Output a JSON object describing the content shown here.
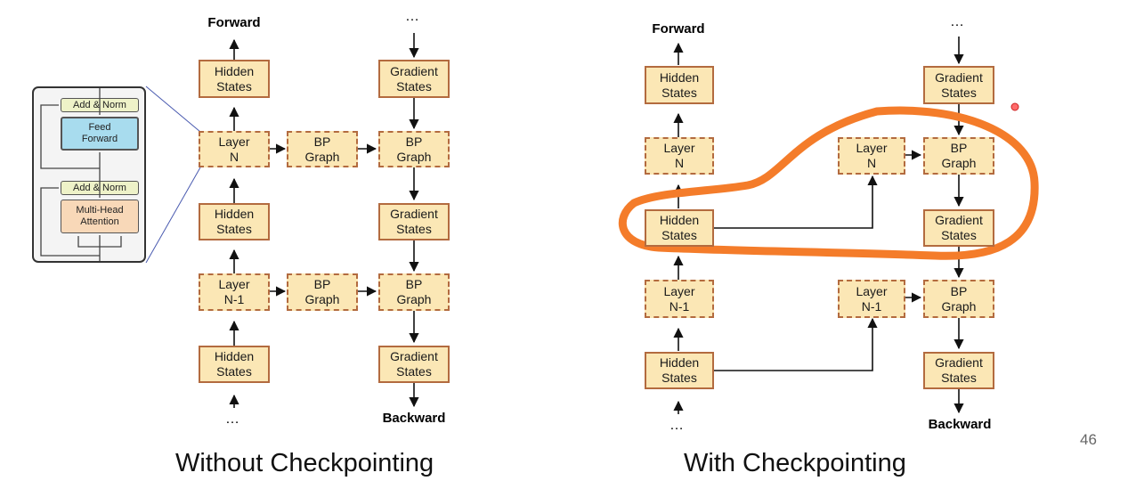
{
  "left": {
    "forward": "Forward",
    "top_dots": "…",
    "bottom_dots": "…",
    "backward": "Backward",
    "caption": "Without Checkpointing",
    "hs_top": "Hidden\nStates",
    "hs_mid": "Hidden\nStates",
    "hs_bot": "Hidden\nStates",
    "layer_n": "Layer\nN",
    "layer_n1": "Layer\nN-1",
    "bp_mid_1": "BP\nGraph",
    "bp_mid_2": "BP\nGraph",
    "gs_top": "Gradient\nStates",
    "bp_right_1": "BP\nGraph",
    "gs_mid": "Gradient\nStates",
    "bp_right_2": "BP\nGraph",
    "gs_bot": "Gradient\nStates"
  },
  "right": {
    "forward": "Forward",
    "top_dots": "…",
    "bottom_dots": "…",
    "backward": "Backward",
    "caption": "With Checkpointing",
    "hs_top": "Hidden\nStates",
    "hs_mid": "Hidden\nStates",
    "hs_bot": "Hidden\nStates",
    "layer_n": "Layer\nN",
    "layer_n1": "Layer\nN-1",
    "re_layer_n": "Layer\nN",
    "re_layer_n1": "Layer\nN-1",
    "gs_top": "Gradient\nStates",
    "bp_1": "BP\nGraph",
    "gs_mid": "Gradient\nStates",
    "bp_2": "BP\nGraph",
    "gs_bot": "Gradient\nStates",
    "highlight_color": "#f47c2a"
  },
  "transformer": {
    "add_norm_top": "Add & Norm",
    "feed_forward": "Feed\nForward",
    "add_norm_bottom": "Add & Norm",
    "attention": "Multi-Head\nAttention"
  },
  "page_number": "46"
}
